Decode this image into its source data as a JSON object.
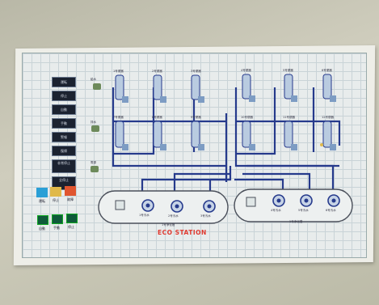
{
  "colors": {
    "pipe": "#263a8c",
    "tank_outline": "#4a4f5a",
    "lamp_run": "#2a9fd6",
    "lamp_stop": "#e0b94a",
    "lamp_fault": "#e0552f",
    "button_bg": "#1b2230",
    "title_red": "#e03a30"
  },
  "panel": {
    "buttons": [
      "運転",
      "停止",
      "自動",
      "手動",
      "警報",
      "復帰",
      "非常停止",
      "全停止"
    ],
    "station_title": "ECO STATION",
    "tank_labels": [
      "1号浄化槽",
      "2号浄化槽"
    ],
    "pump_labels_left": [
      "1号汚水",
      "2号汚水",
      "3号汚水"
    ],
    "pump_labels_right": [
      "4号汚水",
      "5号汚水",
      "6号汚水"
    ],
    "status_lamps": [
      {
        "label": "運転",
        "color": "#2a9fd6"
      },
      {
        "label": "停止",
        "color": "#e0b94a"
      },
      {
        "label": "故障",
        "color": "#e0552f"
      }
    ],
    "square_buttons": [
      "自動",
      "手動",
      "停止"
    ],
    "toilet_labels_top_left": [
      "1号便器",
      "2号便器",
      "3号便器"
    ],
    "toilet_labels_top_right": [
      "4号便器",
      "5号便器",
      "6号便器"
    ],
    "toilet_labels_bottom_left": [
      "7号便器",
      "8号便器",
      "9号便器"
    ],
    "toilet_labels_bottom_right": [
      "10号便器",
      "11号便器",
      "12号便器"
    ],
    "side_icon_labels": [
      "給水",
      "排水",
      "電源"
    ]
  }
}
